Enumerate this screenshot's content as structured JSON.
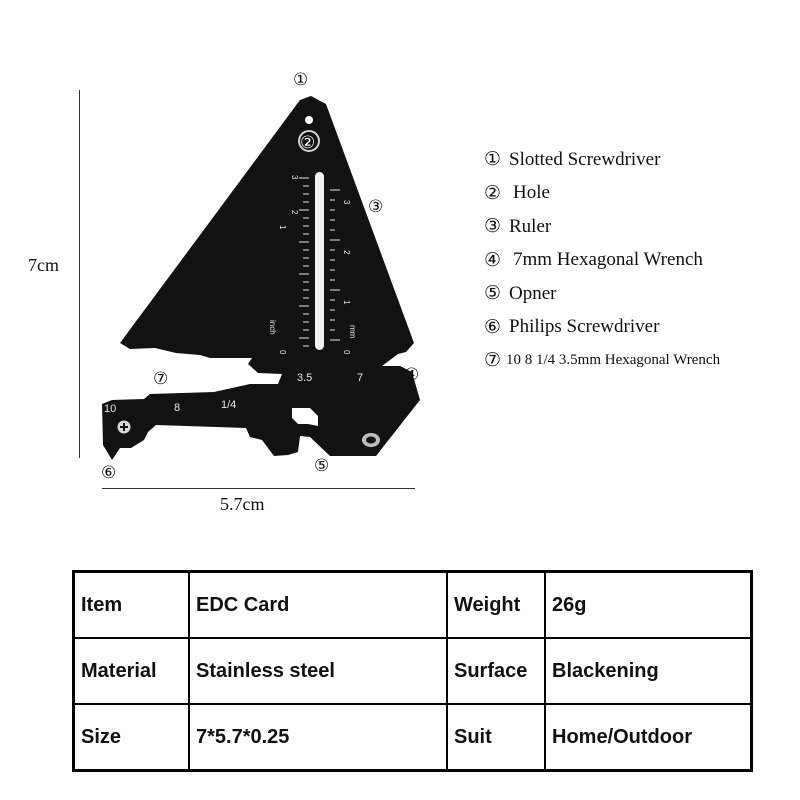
{
  "dimensions": {
    "height": "7cm",
    "width": "5.7cm"
  },
  "markers": [
    "①",
    "②",
    "③",
    "④",
    "⑤",
    "⑥",
    "⑦"
  ],
  "tool_markings": {
    "scale_inch": [
      "3",
      "2",
      "1",
      "0"
    ],
    "scale_mm": [
      "3",
      "2",
      "1",
      "0"
    ],
    "unit_inch": "inch",
    "unit_mm": "mm",
    "wrench_sizes": [
      "10",
      "8",
      "1/4",
      "3.5",
      "7"
    ]
  },
  "legend": [
    {
      "num": "①",
      "text": "Slotted Screwdriver"
    },
    {
      "num": "②",
      "text": "Hole"
    },
    {
      "num": "③",
      "text": "Ruler"
    },
    {
      "num": "④",
      "text": "7mm Hexagonal Wrench"
    },
    {
      "num": "⑤",
      "text": "Opner"
    },
    {
      "num": "⑥",
      "text": "Philips Screwdriver"
    },
    {
      "num": "⑦",
      "text": "10 8 1/4 3.5mm Hexagonal Wrench"
    }
  ],
  "specs": [
    [
      "Item",
      "EDC Card",
      "Weight",
      "26g"
    ],
    [
      "Material",
      "Stainless steel",
      "Surface",
      "Blackening"
    ],
    [
      "Size",
      "7*5.7*0.25",
      "Suit",
      "Home/Outdoor"
    ]
  ],
  "colors": {
    "tool": "#121212",
    "engraving": "#e6e6e6",
    "background": "#ffffff"
  }
}
